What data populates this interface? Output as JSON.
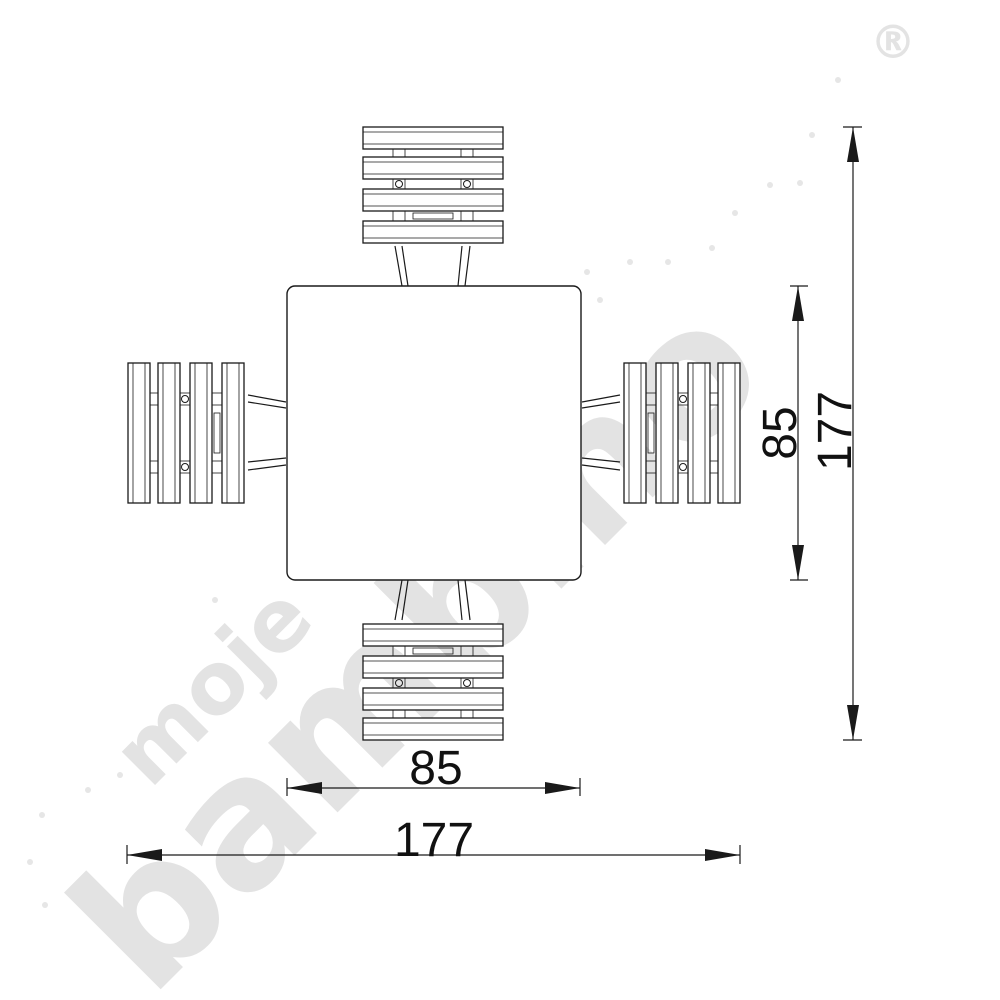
{
  "drawing": {
    "line_color": "#1a1a1a",
    "top_width_label": "85",
    "total_width_label": "177",
    "top_depth_label": "85",
    "total_depth_label": "177"
  },
  "watermark": {
    "brand_small": "moje",
    "brand_large": "bambino",
    "registered_mark": "®",
    "color": "#e3e3e3"
  }
}
